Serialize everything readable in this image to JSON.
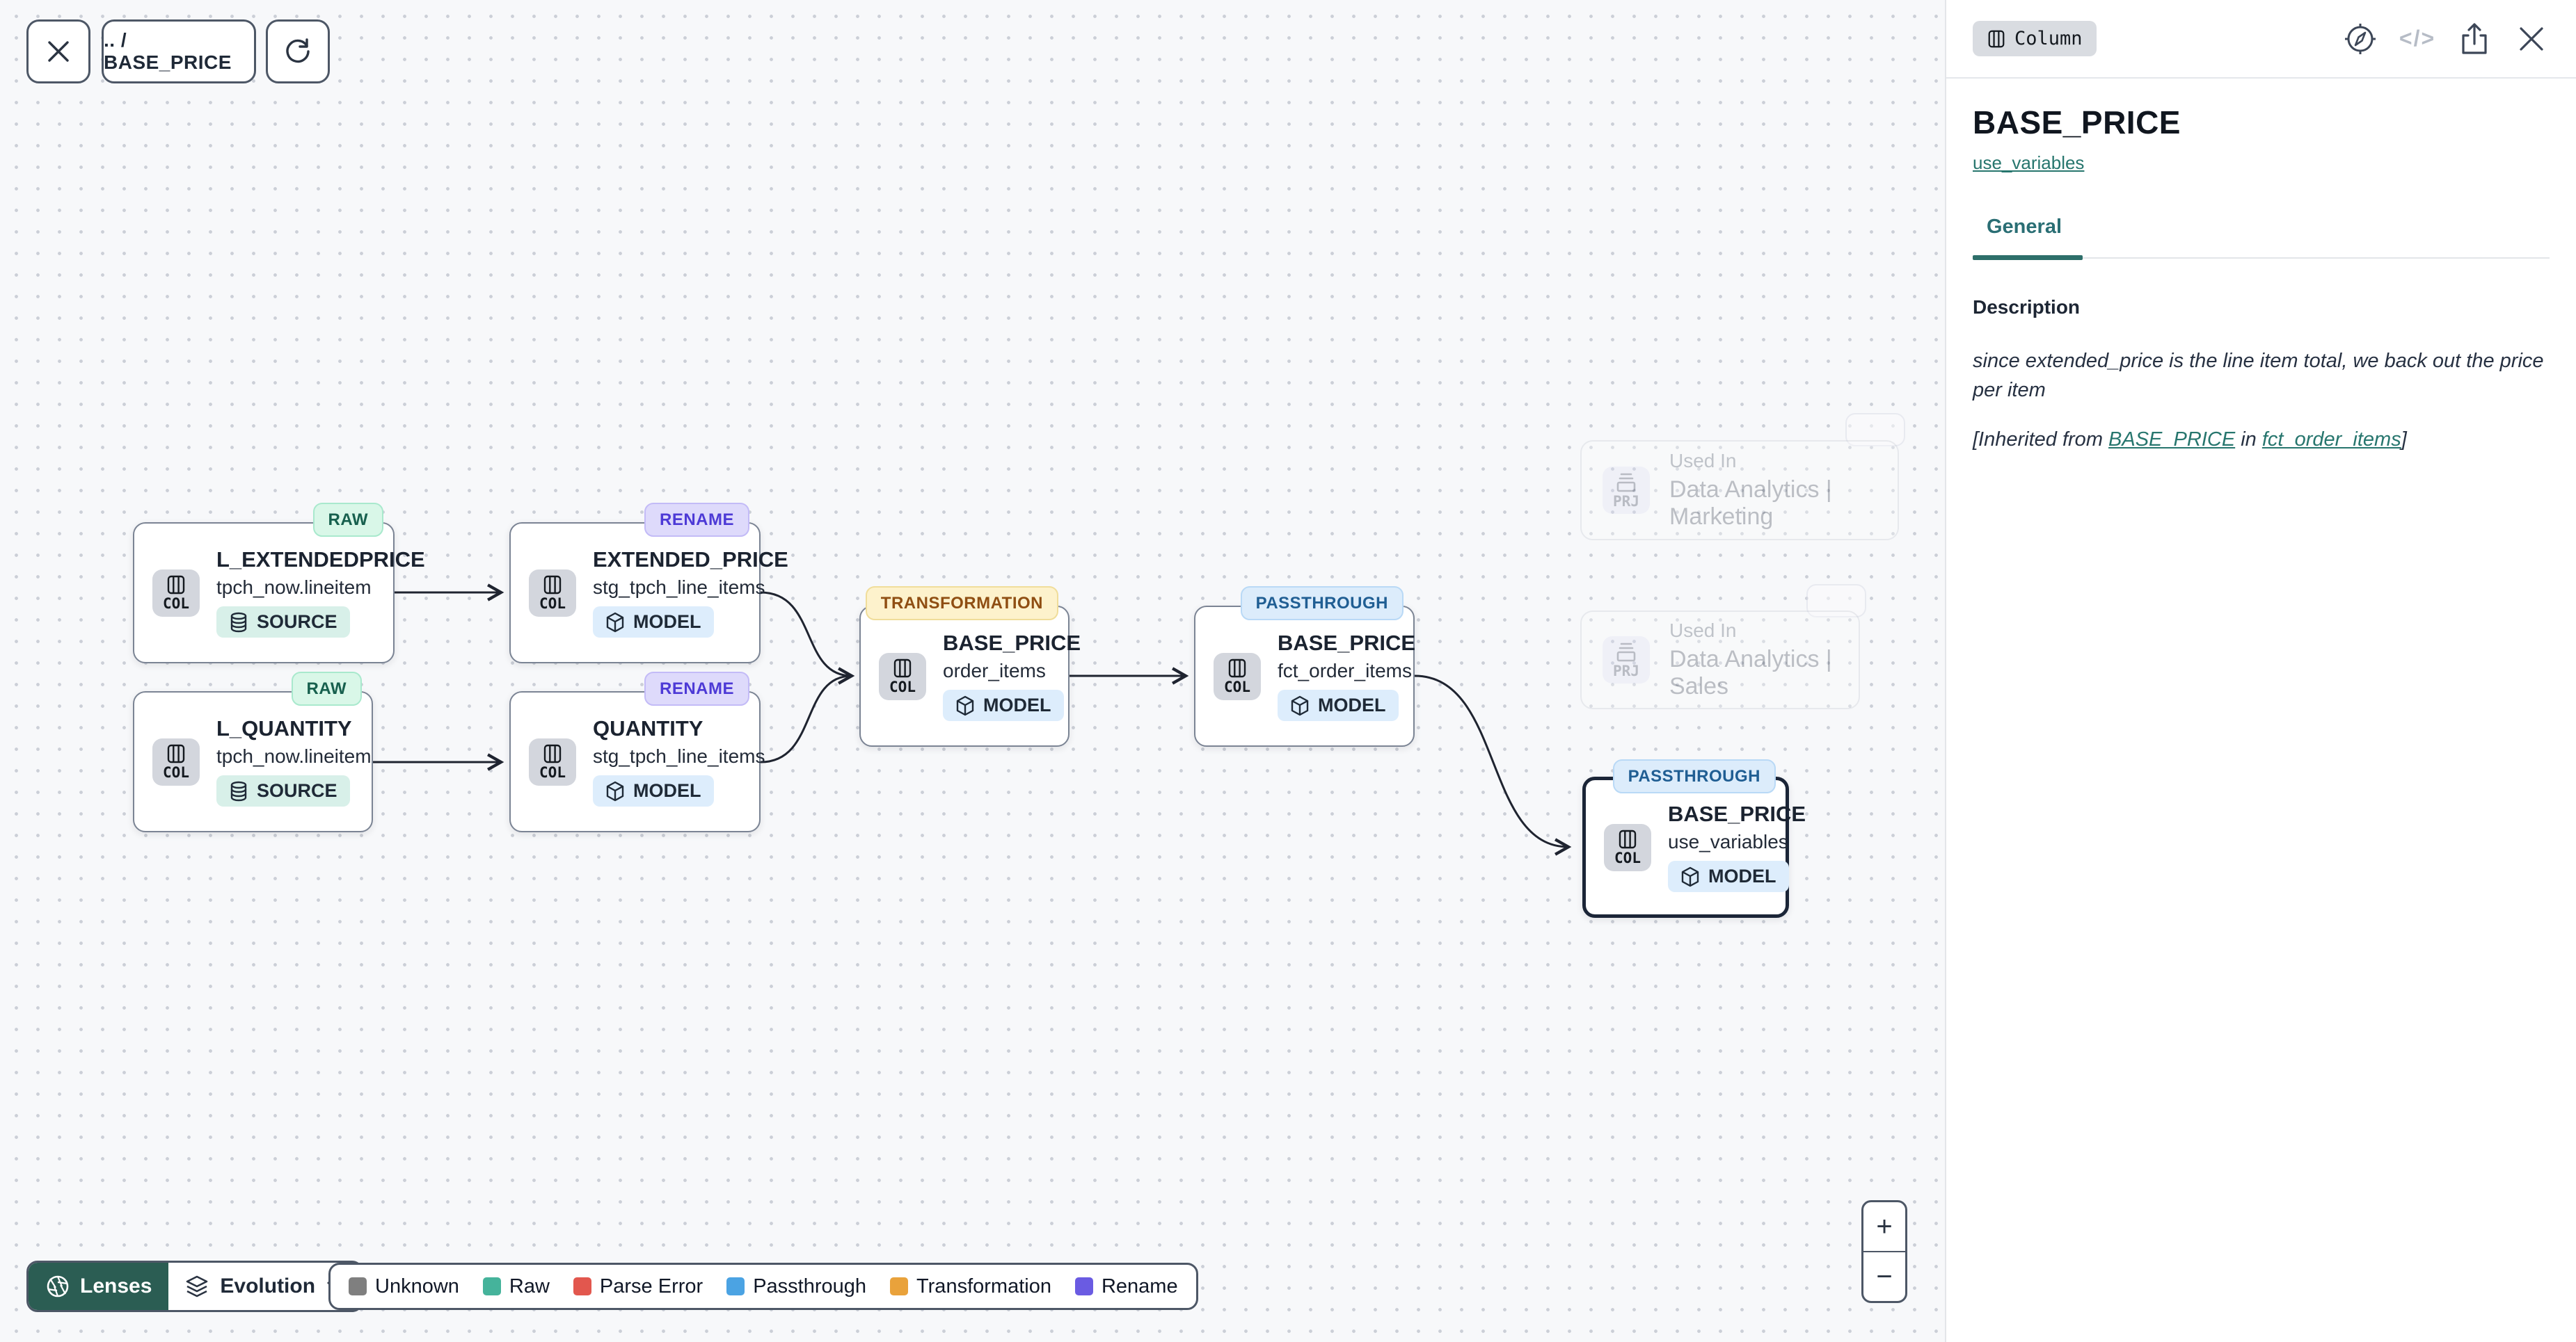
{
  "toolbar": {
    "breadcrumb": ".. / BASE_PRICE"
  },
  "canvas": {
    "nodes": [
      {
        "badge": "RAW",
        "title": "L_EXTENDEDPRICE",
        "subtitle": "tpch_now.lineitem",
        "chip": "COL",
        "type_label": "SOURCE"
      },
      {
        "badge": "RENAME",
        "title": "EXTENDED_PRICE",
        "subtitle": "stg_tpch_line_items",
        "chip": "COL",
        "type_label": "MODEL"
      },
      {
        "badge": "RAW",
        "title": "L_QUANTITY",
        "subtitle": "tpch_now.lineitem",
        "chip": "COL",
        "type_label": "SOURCE"
      },
      {
        "badge": "RENAME",
        "title": "QUANTITY",
        "subtitle": "stg_tpch_line_items",
        "chip": "COL",
        "type_label": "MODEL"
      },
      {
        "badge": "TRANSFORMATION",
        "title": "BASE_PRICE",
        "subtitle": "order_items",
        "chip": "COL",
        "type_label": "MODEL"
      },
      {
        "badge": "PASSTHROUGH",
        "title": "BASE_PRICE",
        "subtitle": "fct_order_items",
        "chip": "COL",
        "type_label": "MODEL"
      },
      {
        "badge": "PASSTHROUGH",
        "title": "BASE_PRICE",
        "subtitle": "use_variables",
        "chip": "COL",
        "type_label": "MODEL"
      }
    ],
    "used_in": [
      {
        "label": "Used In",
        "name": "Data Analytics | Marketing",
        "chip": "PRJ"
      },
      {
        "label": "Used In",
        "name": "Data Analytics | Sales",
        "chip": "PRJ"
      }
    ]
  },
  "controls": {
    "lenses_label": "Lenses",
    "lens_mode": "Evolution",
    "zoom_in": "+",
    "zoom_out": "−"
  },
  "legend": {
    "items": [
      {
        "label": "Unknown",
        "color": "#7f7f7f"
      },
      {
        "label": "Raw",
        "color": "#45b39b"
      },
      {
        "label": "Parse Error",
        "color": "#e2574e"
      },
      {
        "label": "Passthrough",
        "color": "#4ba3e3"
      },
      {
        "label": "Transformation",
        "color": "#e9a23b"
      },
      {
        "label": "Rename",
        "color": "#6a5be2"
      }
    ]
  },
  "panel": {
    "type_badge": "Column",
    "title": "BASE_PRICE",
    "model_link": "use_variables",
    "tabs": [
      {
        "label": "General"
      }
    ],
    "description_heading": "Description",
    "description_body": "since extended_price is the line item total, we back out the price per item",
    "inherited": {
      "prefix": "[Inherited from ",
      "link1": "BASE_PRICE",
      "mid": " in ",
      "link2": "fct_order_items",
      "suffix": "]"
    }
  }
}
